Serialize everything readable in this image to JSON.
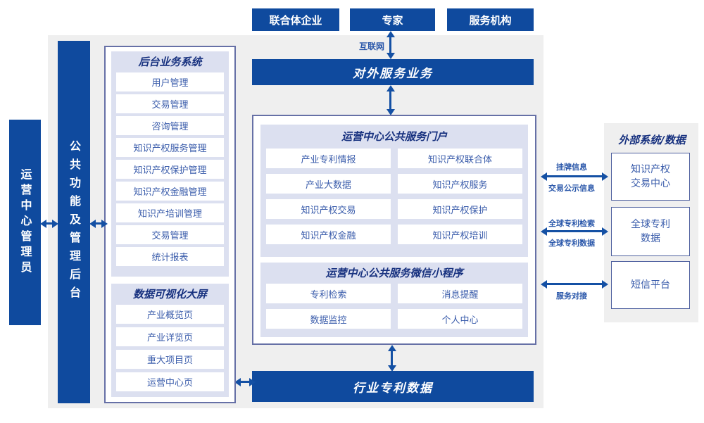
{
  "colors": {
    "primary_blue": "#0f4a9e",
    "panel_lavender": "#dce0f0",
    "background_gray": "#efefef",
    "title_navy": "#17317f",
    "item_blue": "#3a5cab"
  },
  "top_actors": {
    "actor1": "联合体企业",
    "actor2": "专家",
    "actor3": "服务机构"
  },
  "internet_label": "互联网",
  "external_service_bar": "对外服务业务",
  "industry_data_bar": "行业专利数据",
  "left_rail": {
    "admin": "运营中心管理员",
    "backend": "公共功能及管理后台"
  },
  "backend": {
    "title": "后台业务系统",
    "items": [
      "用户管理",
      "交易管理",
      "咨询管理",
      "知识产权服务管理",
      "知识产权保护管理",
      "知识产权金融管理",
      "知识产培训管理",
      "交易管理",
      "统计报表"
    ]
  },
  "dashboard": {
    "title": "数据可视化大屏",
    "items": [
      "产业概览页",
      "产业详览页",
      "重大项目页",
      "运营中心页"
    ]
  },
  "portal": {
    "title": "运营中心公共服务门户",
    "items": [
      "产业专利情报",
      "知识产权联合体",
      "产业大数据",
      "知识产权服务",
      "知识产权交易",
      "知识产权保护",
      "知识产权金融",
      "知识产权培训"
    ]
  },
  "miniprogram": {
    "title": "运营中心公共服务微信小程序",
    "items": [
      "专利检索",
      "消息提醒",
      "数据监控",
      "个人中心"
    ]
  },
  "external_panel": {
    "title": "外部系统/数据",
    "systems": [
      "知识产权\n交易中心",
      "全球专利\n数据",
      "短信平台"
    ]
  },
  "link_labels": {
    "listing_info": "挂牌信息",
    "trade_publicity": "交易公示信息",
    "global_patent_search": "全球专利检索",
    "global_patent_data": "全球专利数据",
    "service_connect": "服务对接"
  }
}
